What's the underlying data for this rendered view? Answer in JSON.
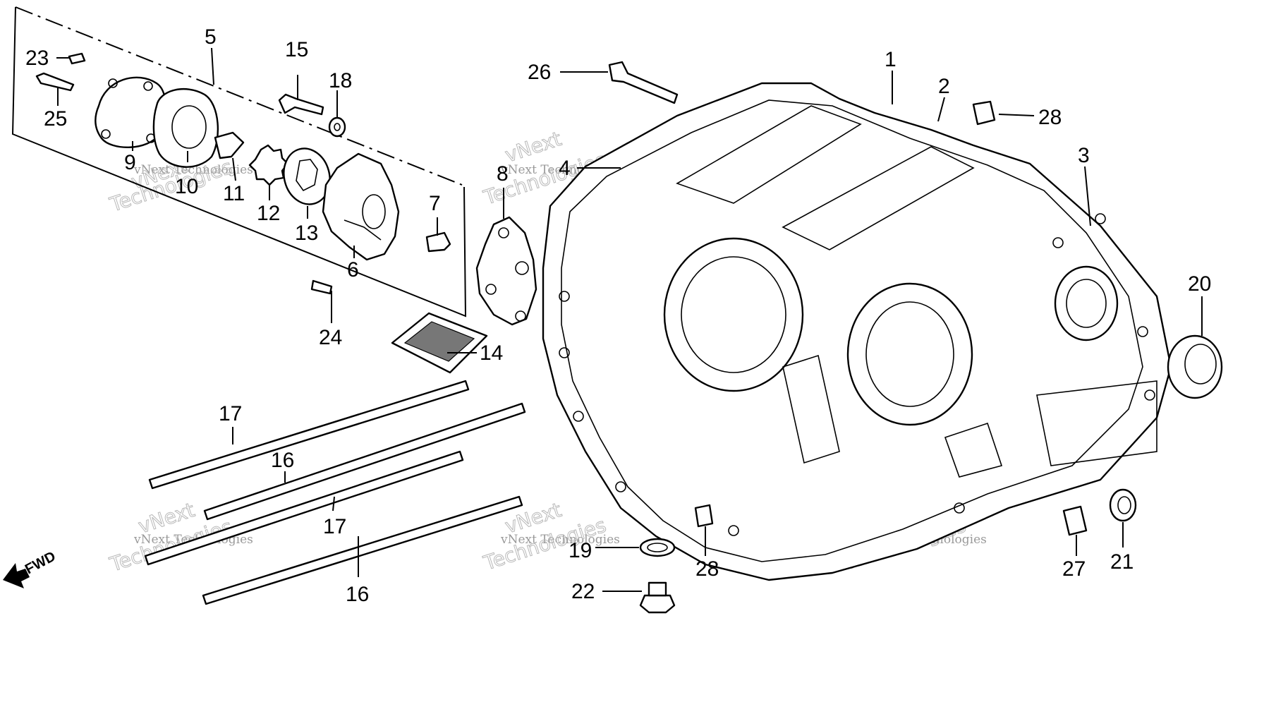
{
  "diagram": {
    "callouts": {
      "c1": "1",
      "c2": "2",
      "c3": "3",
      "c4": "4",
      "c5": "5",
      "c6": "6",
      "c7": "7",
      "c8": "8",
      "c9": "9",
      "c10": "10",
      "c11": "11",
      "c12": "12",
      "c13": "13",
      "c14": "14",
      "c15": "15",
      "c16a": "16",
      "c16b": "16",
      "c17a": "17",
      "c17b": "17",
      "c18": "18",
      "c19": "19",
      "c20": "20",
      "c21": "21",
      "c22": "22",
      "c23": "23",
      "c24": "24",
      "c25": "25",
      "c26": "26",
      "c27": "27",
      "c28a": "28",
      "c28b": "28"
    },
    "direction_label": "FWD",
    "watermark": {
      "line1": "vNext Technologies",
      "line2": "vNext",
      "line3": "Technologies"
    }
  }
}
